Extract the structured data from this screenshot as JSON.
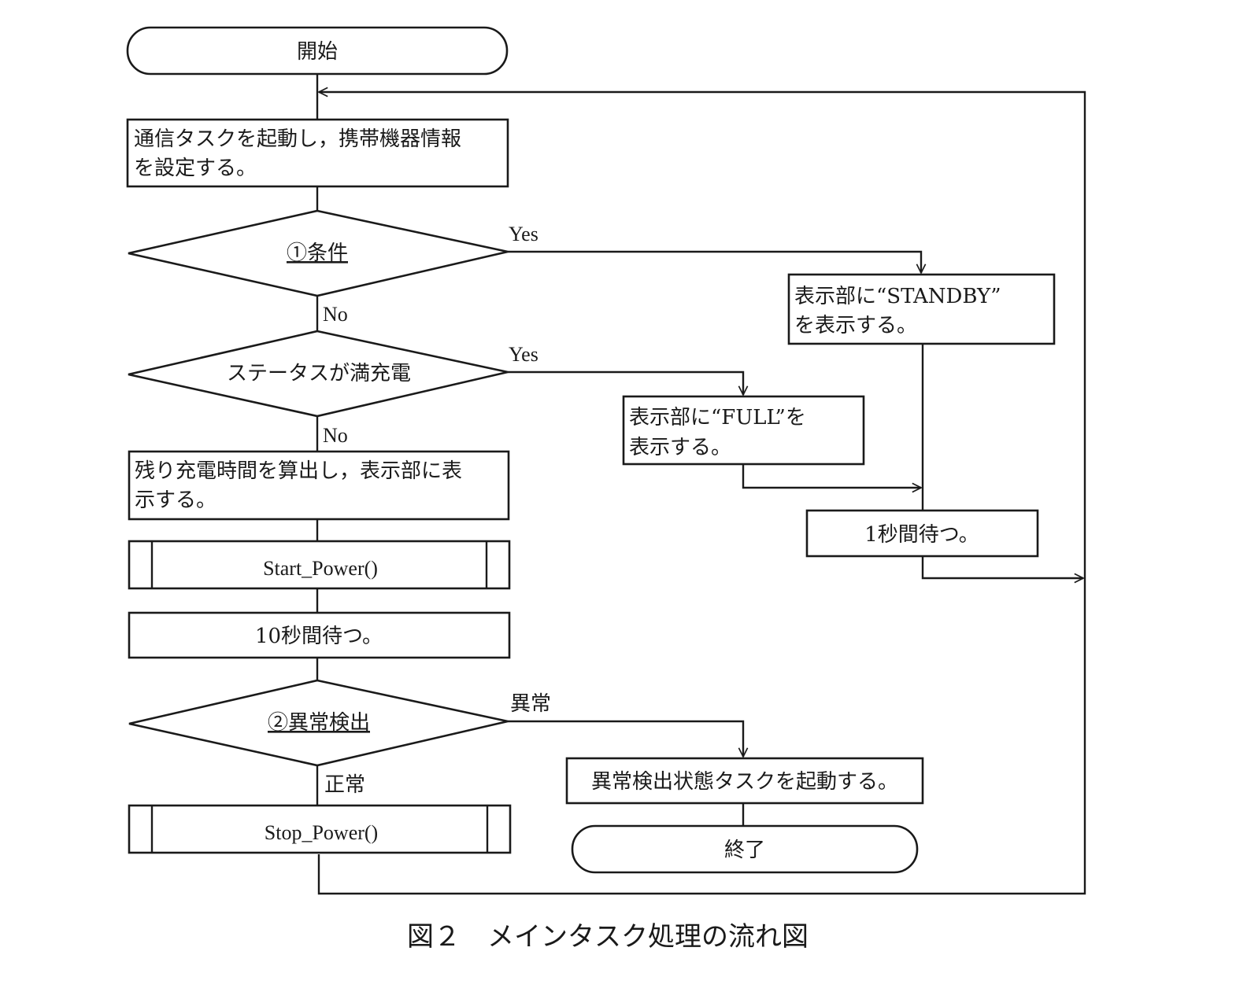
{
  "figure": {
    "caption": "図２　メインタスク処理の流れ図"
  },
  "nodes": {
    "start": {
      "label": "開始"
    },
    "init": {
      "line1": "通信タスクを起動し，携帯機器情報",
      "line2": "を設定する。"
    },
    "cond1": {
      "label": "①条件"
    },
    "status_full": {
      "label": "ステータスが満充電"
    },
    "calc_remaining": {
      "line1": "残り充電時間を算出し，表示部に表",
      "line2": "示する。"
    },
    "start_power": {
      "label": "Start_Power()"
    },
    "wait10": {
      "label": "10秒間待つ。"
    },
    "cond2": {
      "label": "②異常検出"
    },
    "stop_power": {
      "label": "Stop_Power()"
    },
    "standby": {
      "line1": "表示部に“STANDBY”",
      "line2": "を表示する。"
    },
    "full": {
      "line1": "表示部に“FULL”を",
      "line2": "表示する。"
    },
    "wait1": {
      "label": "1秒間待つ。"
    },
    "abnormal_task": {
      "label": "異常検出状態タスクを起動する。"
    },
    "end": {
      "label": "終了"
    }
  },
  "edges": {
    "cond1_yes": "Yes",
    "cond1_no": "No",
    "status_yes": "Yes",
    "status_no": "No",
    "cond2_abnormal": "異常",
    "cond2_normal": "正常"
  }
}
